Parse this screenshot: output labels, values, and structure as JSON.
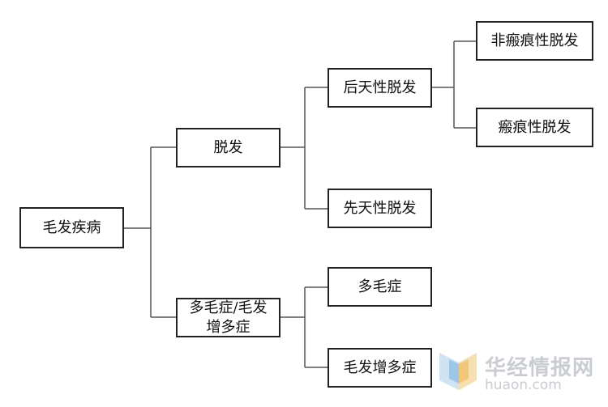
{
  "root": {
    "label": "毛发疾病"
  },
  "branch_hair_loss": {
    "label": "脱发"
  },
  "branch_hypertrichosis": {
    "line1": "多毛症/毛发",
    "line2": "增多症"
  },
  "acquired": {
    "label": "后天性脱发"
  },
  "congenital": {
    "label": "先天性脱发"
  },
  "non_scarring": {
    "label": "非瘢痕性脱发"
  },
  "scarring": {
    "label": "瘢痕性脱发"
  },
  "hirsutism": {
    "label": "多毛症"
  },
  "hypertrichosis": {
    "label": "毛发增多症"
  },
  "watermark": {
    "name": "华经情报网",
    "url": "huaon.com"
  },
  "colors": {
    "line": "#555555",
    "border": "#222222",
    "watermark": "#c9cdd2"
  }
}
